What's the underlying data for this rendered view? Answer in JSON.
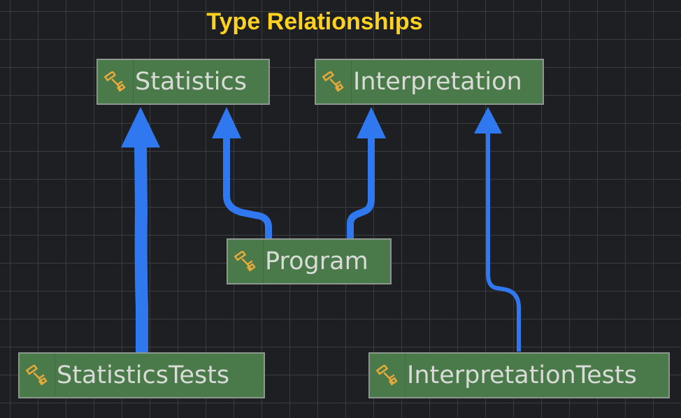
{
  "title": "Type Relationships",
  "colors": {
    "background": "#1e1f22",
    "grid": "#3a3b3f",
    "title": "#ffd21f",
    "node_fill": "#4a7a4a",
    "node_border": "#8e9690",
    "node_text": "#d8dbd6",
    "edge": "#2f78f0",
    "icon": "#e6a93a"
  },
  "nodes": [
    {
      "id": "statistics",
      "label": "Statistics",
      "icon": "class-hierarchy-icon"
    },
    {
      "id": "interpretation",
      "label": "Interpretation",
      "icon": "class-hierarchy-icon"
    },
    {
      "id": "program",
      "label": "Program",
      "icon": "class-hierarchy-icon"
    },
    {
      "id": "statistics-tests",
      "label": "StatisticsTests",
      "icon": "class-hierarchy-icon"
    },
    {
      "id": "interpretation-tests",
      "label": "InterpretationTests",
      "icon": "class-hierarchy-icon"
    }
  ],
  "edges": [
    {
      "from": "statistics-tests",
      "to": "statistics"
    },
    {
      "from": "program",
      "to": "statistics"
    },
    {
      "from": "program",
      "to": "interpretation"
    },
    {
      "from": "interpretation-tests",
      "to": "interpretation"
    }
  ]
}
